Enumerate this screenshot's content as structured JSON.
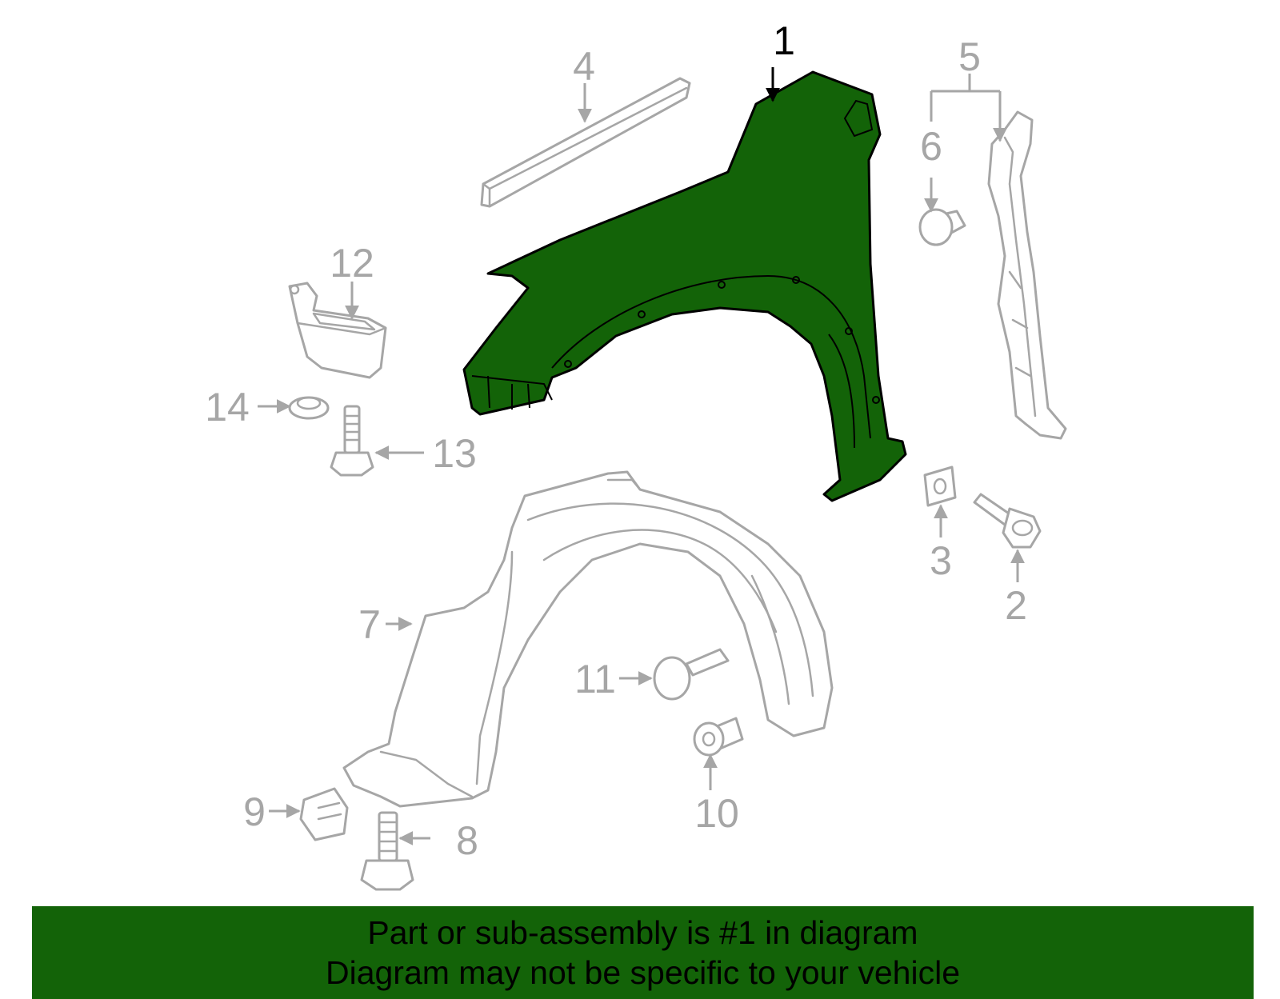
{
  "diagram": {
    "highlight_color": "#136308",
    "part_line_color": "#a6a6a6",
    "callouts": {
      "c1": "1",
      "c2": "2",
      "c3": "3",
      "c4": "4",
      "c5": "5",
      "c6": "6",
      "c7": "7",
      "c8": "8",
      "c9": "9",
      "c10": "10",
      "c11": "11",
      "c12": "12",
      "c13": "13",
      "c14": "14"
    }
  },
  "banner": {
    "line1": "Part or sub-assembly is #1 in diagram",
    "line2": "Diagram may not be specific to your vehicle"
  }
}
